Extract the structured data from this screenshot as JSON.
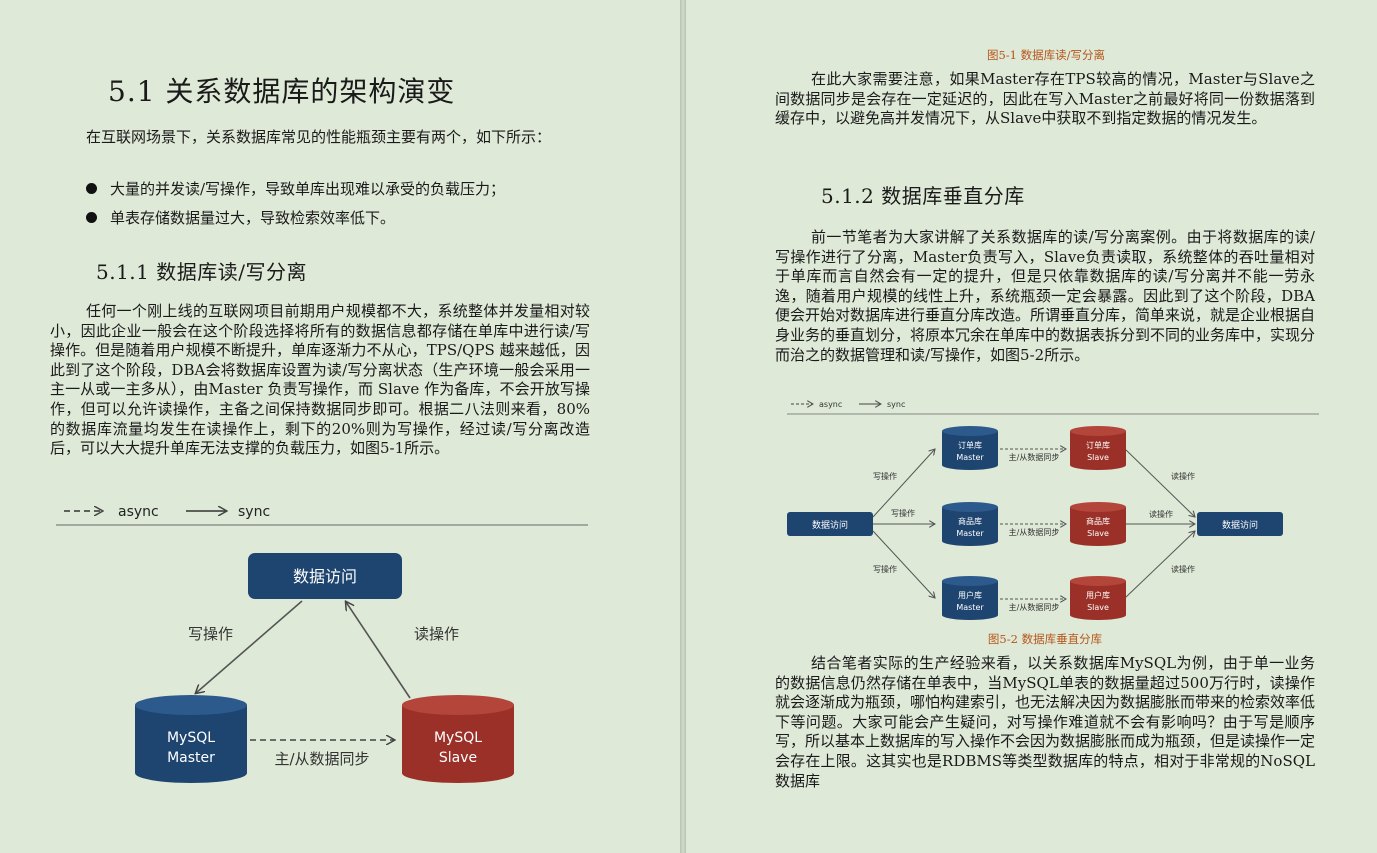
{
  "left": {
    "section_title": "5.1 关系数据库的架构演变",
    "intro": "在互联网场景下，关系数据库常见的性能瓶颈主要有两个，如下所示：",
    "bullets": [
      "大量的并发读/写操作，导致单库出现难以承受的负载压力；",
      "单表存储数据量过大，导致检索效率低下。"
    ],
    "subsection_title": "5.1.1 数据库读/写分离",
    "paragraph": "任何一个刚上线的互联网项目前期用户规模都不大，系统整体并发量相对较小，因此企业一般会在这个阶段选择将所有的数据信息都存储在单库中进行读/写操作。但是随着用户规模不断提升，单库逐渐力不从心，TPS/QPS 越来越低，因此到了这个阶段，DBA会将数据库设置为读/写分离状态（生产环境一般会采用一主一从或一主多从），由Master 负责写操作，而 Slave 作为备库，不会开放写操作，但可以允许读操作，主备之间保持数据同步即可。根据二八法则来看，80%的数据库流量均发生在读操作上，剩下的20%则为写操作，经过读/写分离改造后，可以大大提升单库无法支撑的负载压力，如图5-1所示。",
    "figure1": {
      "legend_async": "async",
      "legend_sync": "sync",
      "access_label": "数据访问",
      "write_label": "写操作",
      "read_label": "读操作",
      "master_line1": "MySQL",
      "master_line2": "Master",
      "slave_line1": "MySQL",
      "slave_line2": "Slave",
      "sync_label": "主/从数据同步",
      "colors": {
        "navy": "#1e4470",
        "red": "#9a3027"
      }
    }
  },
  "right": {
    "figure1_caption": "图5-1 数据库读/写分离",
    "paragraph1": "在此大家需要注意，如果Master存在TPS较高的情况，Master与Slave之间数据同步是会存在一定延迟的，因此在写入Master之前最好将同一份数据落到缓存中，以避免高并发情况下，从Slave中获取不到指定数据的情况发生。",
    "subsection_title": "5.1.2 数据库垂直分库",
    "paragraph2": "前一节笔者为大家讲解了关系数据库的读/写分离案例。由于将数据库的读/写操作进行了分离，Master负责写入，Slave负责读取，系统整体的吞吐量相对于单库而言自然会有一定的提升，但是只依靠数据库的读/写分离并不能一劳永逸，随着用户规模的线性上升，系统瓶颈一定会暴露。因此到了这个阶段，DBA 便会开始对数据库进行垂直分库改造。所谓垂直分库，简单来说，就是企业根据自身业务的垂直划分，将原本冗余在单库中的数据表拆分到不同的业务库中，实现分而治之的数据管理和读/写操作，如图5-2所示。",
    "figure2": {
      "legend_async": "async",
      "legend_sync": "sync",
      "access_left": "数据访问",
      "access_right": "数据访问",
      "write_label": "写操作",
      "read_label": "读操作",
      "sync_label": "主/从数据同步",
      "master_line2": "Master",
      "slave_line2": "Slave",
      "dbs": [
        "订单库",
        "商品库",
        "用户库"
      ]
    },
    "figure2_caption": "图5-2 数据库垂直分库",
    "paragraph3": "结合笔者实际的生产经验来看，以关系数据库MySQL为例，由于单一业务的数据信息仍然存储在单表中，当MySQL单表的数据量超过500万行时，读操作就会逐渐成为瓶颈，哪怕构建索引，也无法解决因为数据膨胀而带来的检索效率低下等问题。大家可能会产生疑问，对写操作难道就不会有影响吗？由于写是顺序写，所以基本上数据库的写入操作不会因为数据膨胀而成为瓶颈，但是读操作一定会存在上限。这其实也是RDBMS等类型数据库的特点，相对于非常规的NoSQL数据库"
  }
}
